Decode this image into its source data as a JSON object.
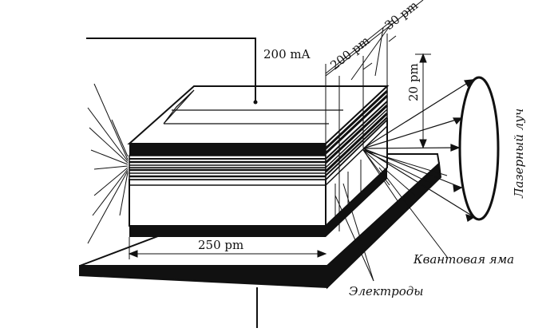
{
  "labels": {
    "current": "200 mA",
    "dim_200": "200 pm",
    "dim_30": "30 pm",
    "dim_20": "20 pm",
    "dim_250": "250 pm",
    "laser_beam": "Лазерный луч",
    "quantum_well": "Квантовая яма",
    "electrodes": "Электроды"
  },
  "colors": {
    "ink": "#111111",
    "paper": "#ffffff"
  }
}
